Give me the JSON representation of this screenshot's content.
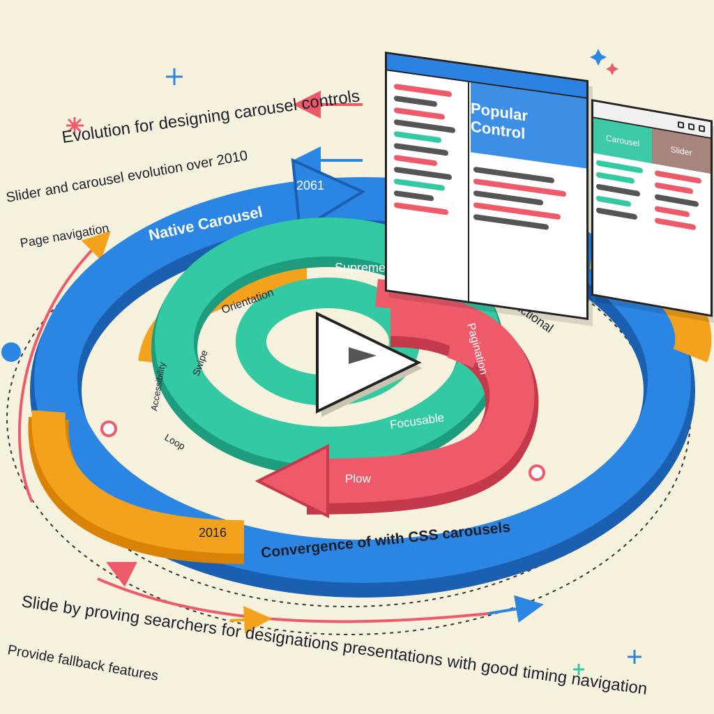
{
  "header": {
    "line1": "Evolution for designing carousel controls",
    "line2": "Slider and carousel evolution over 2010",
    "line3": "Page navigation"
  },
  "rings": {
    "outer_label": "Native Carousel",
    "outer_year": "2061",
    "bottom_label": "Convergence of with CSS carousels",
    "bottom_year": "2016",
    "green_top": "Supreme",
    "green_left": "Orientation",
    "green_side": "Swipe",
    "green_inner": "Loop",
    "orange_label": "Functional",
    "orange_side": "Accessibility",
    "red_label": "Pagination",
    "red_side": "Focusable",
    "red_bottom": "Plow"
  },
  "panels": {
    "main_title": "Popular Control",
    "small_col1": "Carousel",
    "small_col2": "Slider"
  },
  "footer": {
    "line1": "Slide by proving searchers for designations presentations with good timing navigation",
    "line2": "Provide fallback features"
  },
  "colors": {
    "blue": "#2b86e3",
    "green": "#33c9a3",
    "orange": "#f3a21d",
    "red": "#ef5a6a",
    "background": "#f7f2dd"
  }
}
